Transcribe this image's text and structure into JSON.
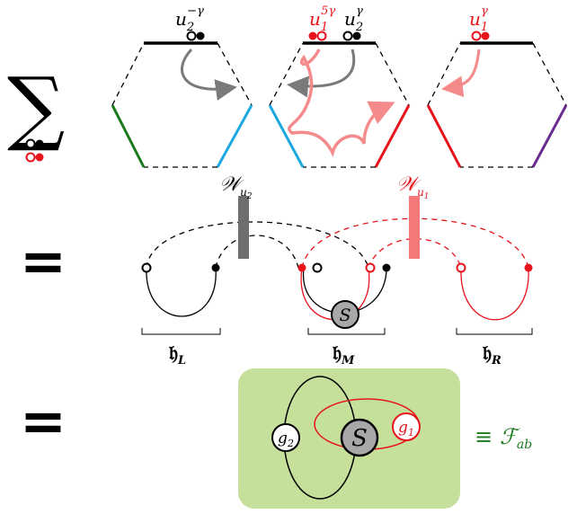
{
  "colors": {
    "black": "#000000",
    "red": "#e8141c",
    "pink": "#f58a8a",
    "grey": "#7a7a7a",
    "green": "#1b7a1b",
    "cyan": "#1ea8e0",
    "purple": "#6a2c8e",
    "panel_green": "#c4e09a",
    "circle_grey": "#a8a8a8",
    "wilson_grey": "#6e6e6e",
    "wilson_pink": "#f47a7a"
  },
  "top_row": {
    "sum_symbol": "∑",
    "hex1": {
      "label": "u",
      "sub": "2",
      "sup": "−γ"
    },
    "hex2": {
      "label_red": "u",
      "sub_red": "1",
      "sup_red": "5γ",
      "label_black": "u",
      "sub_black": "2",
      "sup_black": "γ"
    },
    "hex3": {
      "label": "u",
      "sub": "1",
      "sup": "γ"
    }
  },
  "middle_row": {
    "equals": "=",
    "wilson_black": {
      "label": "𝒲",
      "sub": "u",
      "subsub": "2"
    },
    "wilson_red": {
      "label": "𝒲",
      "sub": "u",
      "subsub": "1"
    },
    "circle": "S",
    "brackets": [
      {
        "label": "𝔥",
        "sub": "L"
      },
      {
        "label": "𝔥",
        "sub": "M"
      },
      {
        "label": "𝔥",
        "sub": "R"
      }
    ]
  },
  "bottom_row": {
    "equals": "=",
    "big_circle": "S",
    "g_left": {
      "label": "g",
      "sub": "2"
    },
    "g_right": {
      "label": "g",
      "sub": "1"
    },
    "equiv": "≡",
    "result": {
      "label": "ℱ",
      "sub": "ab"
    }
  }
}
